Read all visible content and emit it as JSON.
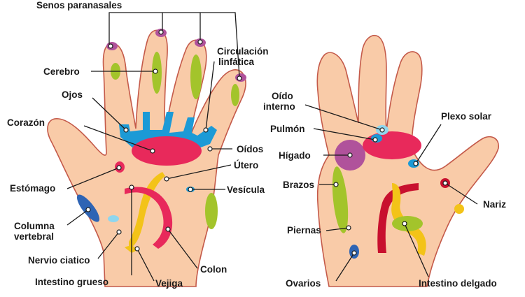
{
  "colors": {
    "skin": "#f9cba8",
    "outline": "#c45a4a",
    "magenta": "#e8295b",
    "blue": "#1c9ad6",
    "lime": "#a3c42b",
    "yellow": "#f3c318",
    "purple": "#b0529b",
    "darkred": "#c8102e",
    "navy": "#2e64b4",
    "lightblue": "#8fd6ee"
  },
  "labels": {
    "senos": "Senos paranasales",
    "cerebro": "Cerebro",
    "circulacion_1": "Circulación",
    "circulacion_2": "linfática",
    "ojos": "Ojos",
    "corazon": "Corazón",
    "oidos": "Oídos",
    "utero": "Útero",
    "estomago": "Estómago",
    "vesicula": "Vesícula",
    "columna_1": "Columna",
    "columna_2": "vertebral",
    "nervio": "Nervio ciatico",
    "colon": "Colon",
    "intestino_grueso": "Intestino grueso",
    "vejiga": "Vejiga",
    "oido_interno_1": "Oído",
    "oido_interno_2": "interno",
    "pulmon": "Pulmón",
    "plexo": "Plexo solar",
    "higado": "Hígado",
    "brazos": "Brazos",
    "nariz": "Nariz",
    "piernas": "Piernas",
    "ovarios": "Ovarios",
    "intestino_delgado": "Intestino delgado"
  }
}
